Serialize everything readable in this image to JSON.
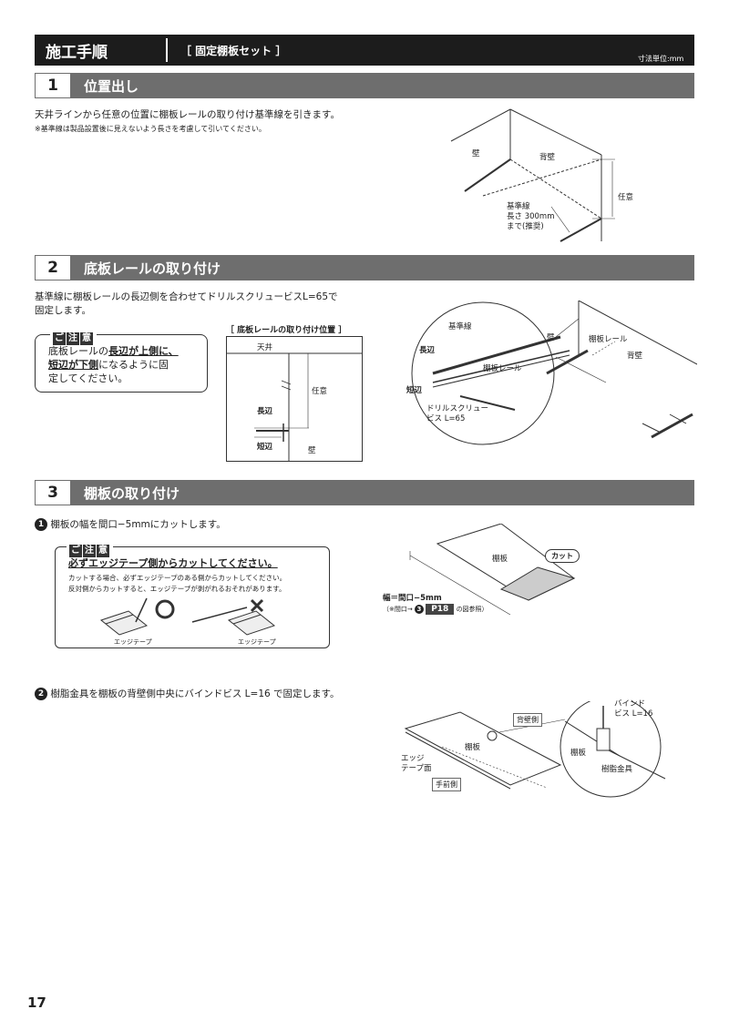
{
  "header": {
    "title": "施工手順",
    "subtitle": "［ 固定棚板セット ］",
    "unit": "寸法単位:mm"
  },
  "step1": {
    "num": "1",
    "title": "位置出し",
    "text": "天井ラインから任意の位置に棚板レールの取り付け基準線を引きます。",
    "note": "※基準線は製品設置後に見えないよう長さを考慮して引いてください。",
    "labels": {
      "wall": "壁",
      "back_wall": "背壁",
      "any": "任意",
      "ref1": "基準線",
      "ref2": "長さ 300mm",
      "ref3": "まで(推奨)"
    }
  },
  "step2": {
    "num": "2",
    "title": "底板レールの取り付け",
    "text1": "基準線に棚板レールの長辺側を合わせてドリルスクリュービスL=65で",
    "text2": "固定します。",
    "caution_badge": [
      "ご",
      "注",
      "意"
    ],
    "caution_a": "底板レールの",
    "caution_b": "長辺が上側に、",
    "caution_c": "短辺が下側",
    "caution_d": "になるように固",
    "caution_e": "定してください。",
    "pos_title": "［ 底板レールの取り付け位置 ］",
    "pos_labels": {
      "ceiling": "天井",
      "any": "任意",
      "long": "長辺",
      "short": "短辺",
      "wall": "壁"
    },
    "detail_labels": {
      "ref": "基準線",
      "long": "長辺",
      "rail": "棚板レール",
      "short": "短辺",
      "screw1": "ドリルスクリュー",
      "screw2": "ビス L=65"
    },
    "room_labels": {
      "wall": "壁",
      "rail": "棚板レール",
      "back_wall": "背壁"
    }
  },
  "step3": {
    "num": "3",
    "title": "棚板の取り付け",
    "sub1_num": "1",
    "sub1_text": "棚板の幅を間口−5mmにカットします。",
    "caution_badge": [
      "ご",
      "注",
      "意"
    ],
    "caution_head": "必ずエッジテープ側からカットしてください。",
    "caution_l1": "カットする場合、必ずエッジテープのある側からカットしてください。",
    "caution_l2": "反対側からカットすると、エッジテープが剥がれるおそれがあります。",
    "edge1": "エッジテープ",
    "edge2": "エッジテープ",
    "board": "棚板",
    "cut": "カット",
    "width": "幅＝間口−5mm",
    "ref_pre": "（※間口→",
    "ref_num": "3",
    "ref_page": "P18",
    "ref_post": "の図参照）",
    "sub2_num": "2",
    "sub2_text": "樹脂金具を棚板の背壁側中央にバインドビス L=16 で固定します。",
    "lbl_back": "背壁側",
    "lbl_board": "棚板",
    "lbl_edge1": "エッジ",
    "lbl_edge2": "テープ面",
    "lbl_front": "手前側",
    "lbl_bind1": "バインド",
    "lbl_bind2": "ビス L=16",
    "lbl_board2": "棚板",
    "lbl_fitting": "樹脂金具"
  },
  "page": "17"
}
